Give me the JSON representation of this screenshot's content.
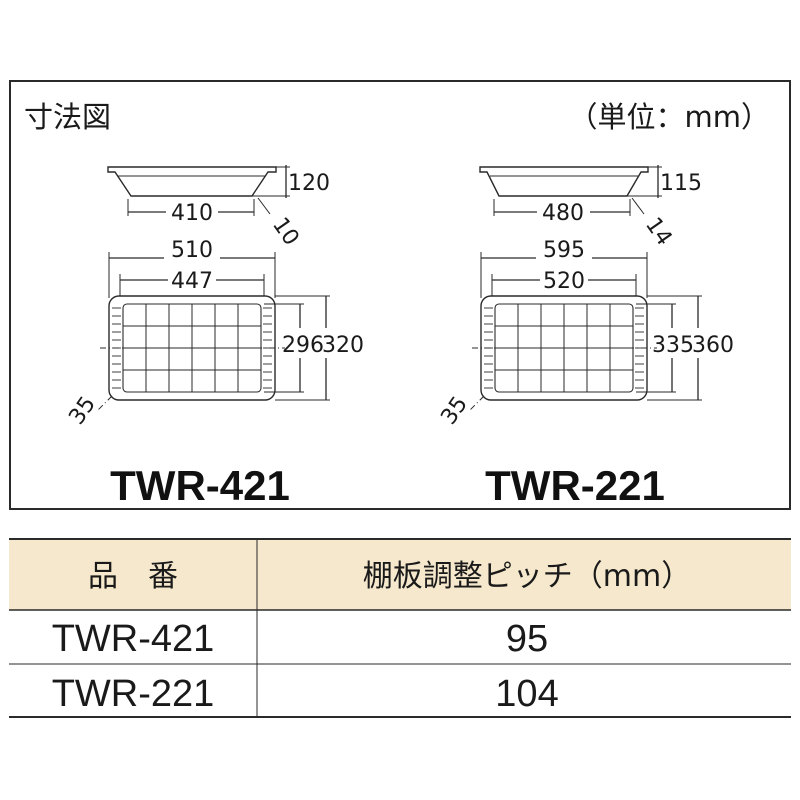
{
  "diagram": {
    "title": "寸法図",
    "unit_note": "（単位：mm）"
  },
  "models": [
    {
      "name": "TWR-421",
      "side_height": "120",
      "side_bottom_width": "410",
      "side_angle": "10",
      "top_outer_width": "510",
      "top_inner_width": "447",
      "inner_depth": "296",
      "outer_depth": "320",
      "corner": "35"
    },
    {
      "name": "TWR-221",
      "side_height": "115",
      "side_bottom_width": "480",
      "side_angle": "14",
      "top_outer_width": "595",
      "top_inner_width": "520",
      "inner_depth": "335",
      "outer_depth": "360",
      "corner": "35"
    }
  ],
  "table": {
    "headers": [
      "品　番",
      "棚板調整ピッチ（mm）"
    ],
    "rows": [
      {
        "model": "TWR-421",
        "pitch": "95"
      },
      {
        "model": "TWR-221",
        "pitch": "104"
      }
    ],
    "header_bg": "#f5e8cc"
  }
}
